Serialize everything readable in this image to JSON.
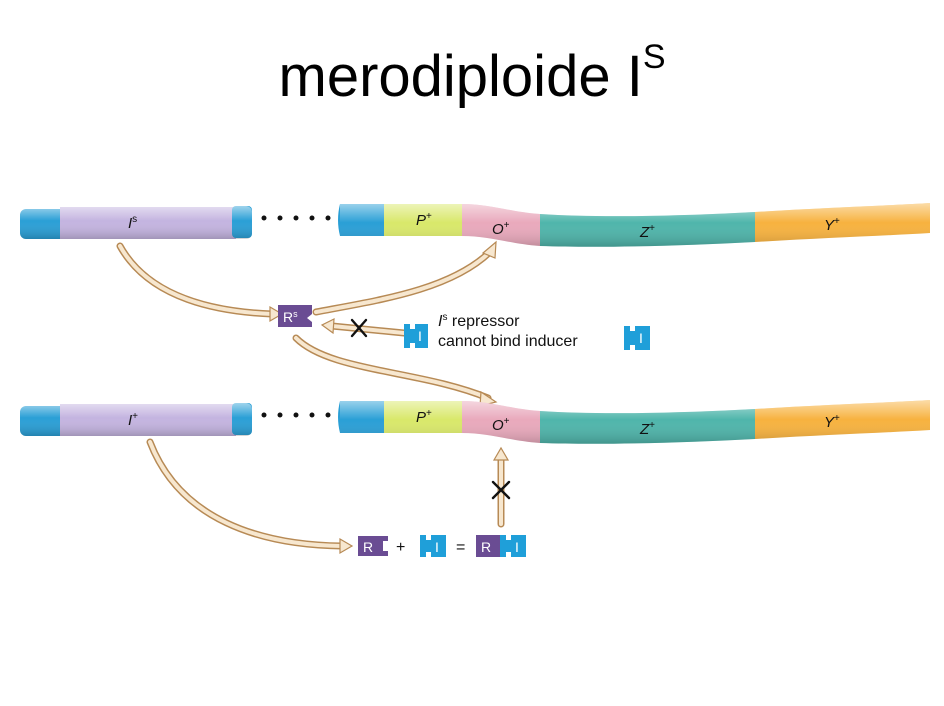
{
  "title": {
    "text": "merodiploide I",
    "superscript": "S"
  },
  "top_chromosome": {
    "regulator_gene": "I",
    "regulator_sup": "s",
    "promoter": "P",
    "promoter_sup": "+",
    "operator": "O",
    "operator_sup": "+",
    "gene_z": "Z",
    "gene_z_sup": "+",
    "gene_y": "Y",
    "gene_y_sup": "+"
  },
  "bottom_chromosome": {
    "regulator_gene": "I",
    "regulator_sup": "+",
    "promoter": "P",
    "promoter_sup": "+",
    "operator": "O",
    "operator_sup": "+",
    "gene_z": "Z",
    "gene_z_sup": "+",
    "gene_y": "Y",
    "gene_y_sup": "+"
  },
  "repressor_s": {
    "letter": "R",
    "sup": "s"
  },
  "note": {
    "line1_prefix": "I",
    "line1_sup": "s",
    "line1_rest": " repressor",
    "line2": "cannot bind inducer"
  },
  "inducer_label": "I",
  "equation": {
    "repressor": "R",
    "plus": "+",
    "inducer": "I",
    "equals": "=",
    "complex_r": "R",
    "complex_i": "I"
  },
  "colors": {
    "blue_end": "#2a9fd6",
    "regulator": "#c4b4e0",
    "promoter": "#d9e86a",
    "operator": "#e9a9bc",
    "gene_z": "#4fb5ab",
    "gene_y": "#f7b23f",
    "repressor_box": "#6a4c93",
    "inducer_box": "#1f9fd9",
    "arrow_fill": "#f7e7cf",
    "arrow_stroke": "#b78a55"
  }
}
